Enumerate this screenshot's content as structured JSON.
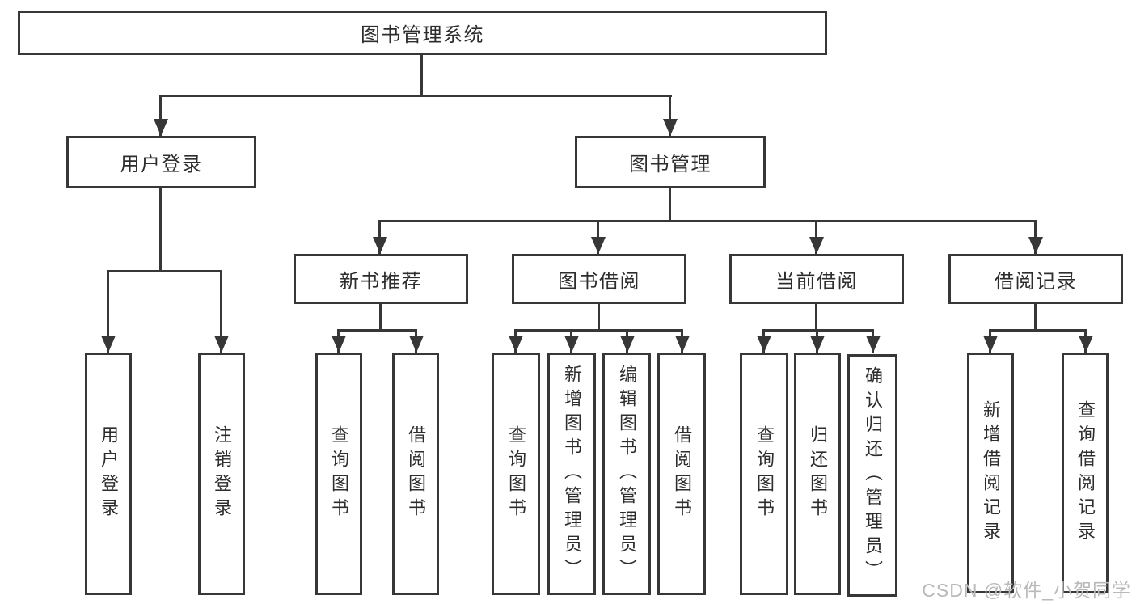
{
  "diagram": {
    "type": "function-structure-tree",
    "root": {
      "label": "图书管理系统"
    },
    "branches": [
      {
        "label": "用户登录",
        "children": [
          {
            "label": "用户登录"
          },
          {
            "label": "注销登录"
          }
        ]
      },
      {
        "label": "图书管理",
        "children": [
          {
            "label": "新书推荐",
            "children": [
              {
                "label": "查询图书"
              },
              {
                "label": "借阅图书"
              }
            ]
          },
          {
            "label": "图书借阅",
            "children": [
              {
                "label": "查询图书"
              },
              {
                "label": "新增图书（管理员）"
              },
              {
                "label": "编辑图书（管理员）"
              },
              {
                "label": "借阅图书"
              }
            ]
          },
          {
            "label": "当前借阅",
            "children": [
              {
                "label": "查询图书"
              },
              {
                "label": "归还图书"
              },
              {
                "label": "确认归还（管理员）"
              }
            ]
          },
          {
            "label": "借阅记录",
            "children": [
              {
                "label": "新增借阅记录"
              },
              {
                "label": "查询借阅记录"
              }
            ]
          }
        ]
      }
    ]
  },
  "watermark": "CSDN @软件_小贺同学",
  "colors": {
    "line": "#373737",
    "text": "#2d2d2d",
    "box_background": "#ffffff",
    "watermark": "#b9b9b9",
    "page_background": "#ffffff"
  }
}
